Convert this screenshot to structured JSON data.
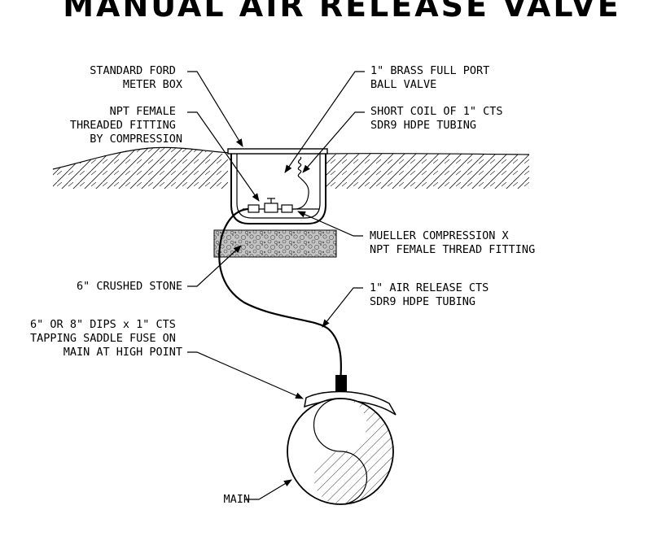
{
  "title": "MANUAL AIR RELEASE VALVE",
  "labels": {
    "meter_box": [
      "STANDARD FORD",
      "METER BOX"
    ],
    "npt_fitting": [
      "NPT FEMALE",
      "THREADED FITTING",
      "BY COMPRESSION"
    ],
    "crushed_stone": [
      "6\" CRUSHED STONE"
    ],
    "saddle": [
      "6\" OR 8\" DIPS x 1\" CTS",
      "TAPPING SADDLE FUSE ON",
      "MAIN AT HIGH POINT"
    ],
    "main": [
      "MAIN"
    ],
    "ball_valve": [
      "1\" BRASS FULL PORT",
      "BALL VALVE"
    ],
    "coil": [
      "SHORT COIL OF 1\" CTS",
      "SDR9 HDPE TUBING"
    ],
    "mueller": [
      "MUELLER COMPRESSION X",
      "NPT FEMALE THREAD FITTING"
    ],
    "air_release": [
      "1\" AIR RELEASE CTS",
      "SDR9 HDPE TUBING"
    ]
  }
}
